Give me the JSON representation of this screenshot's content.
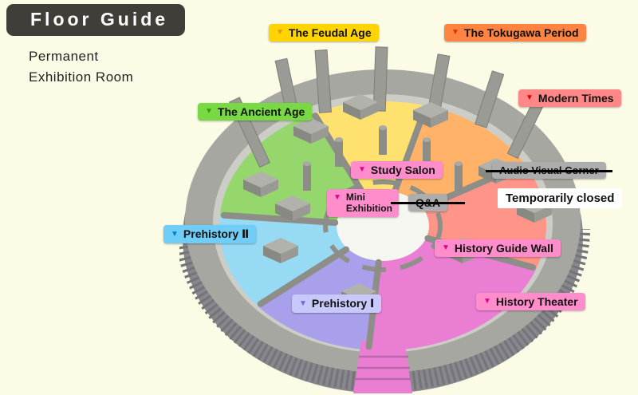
{
  "header": {
    "title": "Floor Guide",
    "subtitle_line1": "Permanent",
    "subtitle_line2": "Exhibition Room"
  },
  "glyphs": {
    "marker": "▼"
  },
  "colors": {
    "page_bg": "#fbfbe6",
    "title_bg": "#3f3e38"
  },
  "labels": {
    "feudal": {
      "text": "The Feudal Age",
      "bg": "#ffd400",
      "marker_color": "#e69500"
    },
    "tokugawa": {
      "text": "The Tokugawa Period",
      "bg": "#ff8442",
      "marker_color": "#e03000"
    },
    "modern": {
      "text": "Modern Times",
      "bg": "#ff8787",
      "marker_color": "#e00000"
    },
    "ancient": {
      "text": "The Ancient Age",
      "bg": "#78d944",
      "marker_color": "#30a000"
    },
    "study_salon": {
      "text": "Study Salon",
      "bg": "#ff8ccb",
      "marker_color": "#e00090"
    },
    "audio_visual": {
      "text": "Audio Visual Corner",
      "bg": "#adadad"
    },
    "mini_exhibition": {
      "line1": "Mini",
      "line2": "Exhibition",
      "bg": "#ff8ccb",
      "marker_color": "#e00090"
    },
    "qa": {
      "text": "Q&A",
      "bg": "#adadad"
    },
    "temporarily_closed": {
      "text": "Temporarily closed",
      "bg": "#ffffff"
    },
    "prehistory2": {
      "text": "Prehistory Ⅱ",
      "bg": "#6fcdf7",
      "marker_color": "#0080d8"
    },
    "history_guide_wall": {
      "text": "History Guide Wall",
      "bg": "#ff8ccb",
      "marker_color": "#e00090"
    },
    "prehistory1": {
      "text": "Prehistory Ⅰ",
      "bg": "#c8c8fa",
      "marker_color": "#6a6ad4"
    },
    "history_theater": {
      "text": "History Theater",
      "bg": "#ff8ccb",
      "marker_color": "#e00090"
    }
  },
  "map": {
    "regions": {
      "feudal": "#ffe170",
      "tokugawa": "#ffb268",
      "modern": "#ff9488",
      "history": "#ea7ed2",
      "prehistory1": "#a8a0ea",
      "prehistory2": "#97daf4",
      "ancient": "#95d76c"
    },
    "structure": {
      "shadow": "#88888c",
      "wall_side": "#74747a",
      "wall_top": "#a7a7a1",
      "floor": "#cdcdc7",
      "center": "#f6f6f1"
    }
  }
}
